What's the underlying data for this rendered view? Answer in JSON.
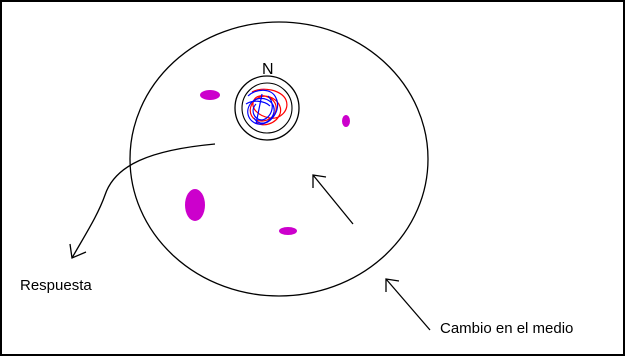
{
  "diagram": {
    "nucleus_label": "N",
    "labels": {
      "response": "Respuesta",
      "stimulus": "Cambio en el medio"
    },
    "colors": {
      "outline": "#000000",
      "organelle": "#cc00cc",
      "chromatin_red": "#ff0000",
      "chromatin_blue": "#0000ff",
      "background": "#ffffff"
    },
    "icons": {
      "cell": "cell-membrane",
      "nucleus": "nucleus",
      "response_arrow": "curved-arrow",
      "stimulus_arrow": "arrow"
    }
  }
}
